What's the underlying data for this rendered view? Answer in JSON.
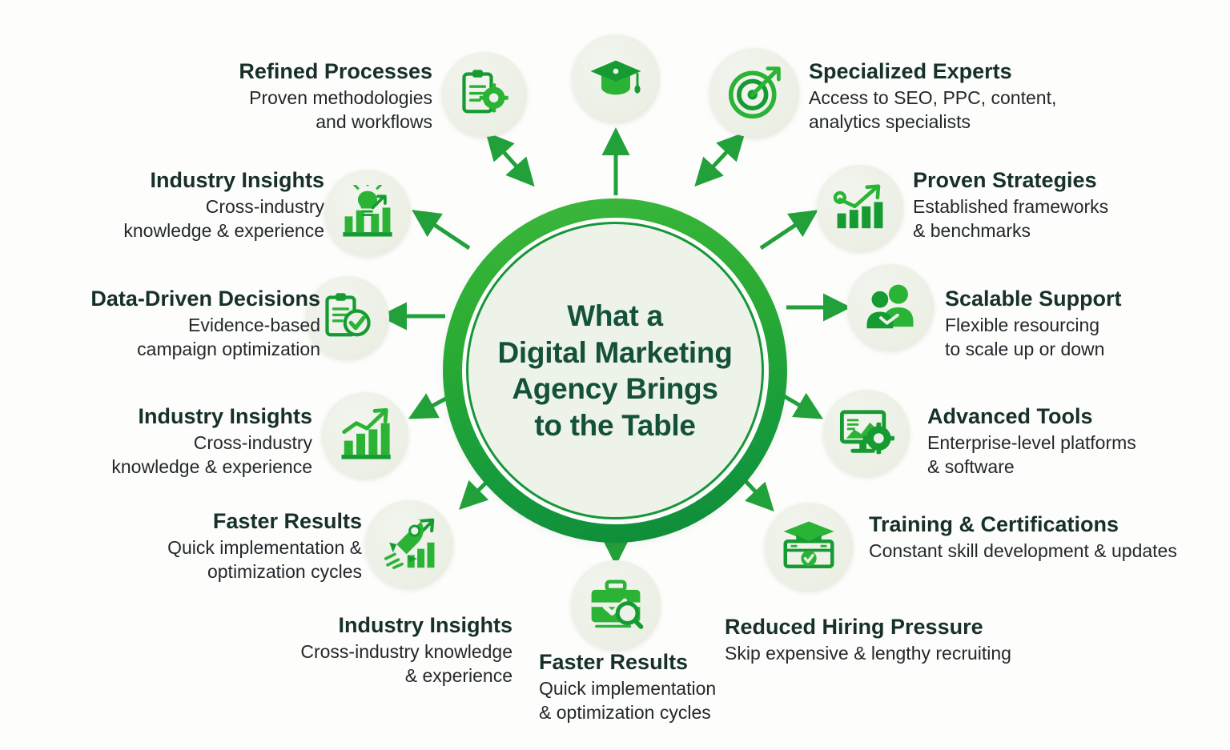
{
  "colors": {
    "background": "#fdfdfc",
    "hub_ring_light": "#3cb83c",
    "hub_ring_dark": "#0e8a3a",
    "hub_inner": "#eef3e9",
    "hub_text": "#14513a",
    "arrow": "#22a03a",
    "icon_green_light": "#2fb335",
    "icon_green_dark": "#0e7a33",
    "bubble_bg": "#eef1ea",
    "title_text": "#17302a",
    "body_text": "#23282b"
  },
  "hub": {
    "lines": [
      "What a",
      "Digital Marketing",
      "Agency Brings",
      "to the Table"
    ]
  },
  "nodes": [
    {
      "id": "refined-processes",
      "title": "Refined Processes",
      "desc_lines": [
        "Proven methodologies",
        "and workflows"
      ],
      "icon": "clipboard-gear-icon"
    },
    {
      "id": "graduation-top",
      "title": "",
      "desc_lines": [],
      "icon": "graduation-cap-icon"
    },
    {
      "id": "specialized-experts",
      "title": "Specialized Experts",
      "desc_lines": [
        "Access to SEO, PPC, content,",
        "analytics specialists"
      ],
      "icon": "target-dart-icon"
    },
    {
      "id": "industry-insights-upper-left",
      "title": "Industry Insights",
      "desc_lines": [
        "Cross-industry",
        "knowledge & experience"
      ],
      "icon": "bar-chart-lightbulb-icon"
    },
    {
      "id": "proven-strategies",
      "title": "Proven Strategies",
      "desc_lines": [
        "Established frameworks",
        "& benchmarks"
      ],
      "icon": "bar-chart-trend-icon"
    },
    {
      "id": "data-driven-decisions",
      "title": "Data-Driven Decisions",
      "desc_lines": [
        "Evidence-based",
        "campaign optimization"
      ],
      "icon": "clipboard-check-icon"
    },
    {
      "id": "scalable-support",
      "title": "Scalable Support",
      "desc_lines": [
        "Flexible resourcing",
        "to scale up or down"
      ],
      "icon": "people-group-icon"
    },
    {
      "id": "industry-insights-lower-left",
      "title": "Industry Insights",
      "desc_lines": [
        "Cross-industry",
        "knowledge & experience"
      ],
      "icon": "bar-chart-arrow-icon"
    },
    {
      "id": "advanced-tools",
      "title": "Advanced Tools",
      "desc_lines": [
        "Enterprise-level platforms",
        "& software"
      ],
      "icon": "monitor-gear-icon"
    },
    {
      "id": "faster-results-left",
      "title": "Faster Results",
      "desc_lines": [
        "Quick implementation &",
        "optimization cycles"
      ],
      "icon": "rocket-growth-icon"
    },
    {
      "id": "training-certifications",
      "title": "Training & Certifications",
      "desc_lines": [
        "Constant skill development & updates"
      ],
      "icon": "certificate-cap-icon"
    },
    {
      "id": "industry-insights-bottom",
      "title": "Industry Insights",
      "desc_lines": [
        "Cross-industry knowledge",
        "& experience"
      ],
      "icon": ""
    },
    {
      "id": "faster-results-bottom",
      "title": "Faster Results",
      "desc_lines": [
        "Quick implementation",
        "& optimization cycles"
      ],
      "icon": "briefcase-search-icon"
    },
    {
      "id": "reduced-hiring-pressure",
      "title": "Reduced Hiring Pressure",
      "desc_lines": [
        "Skip expensive & lengthy recruiting"
      ],
      "icon": ""
    }
  ]
}
